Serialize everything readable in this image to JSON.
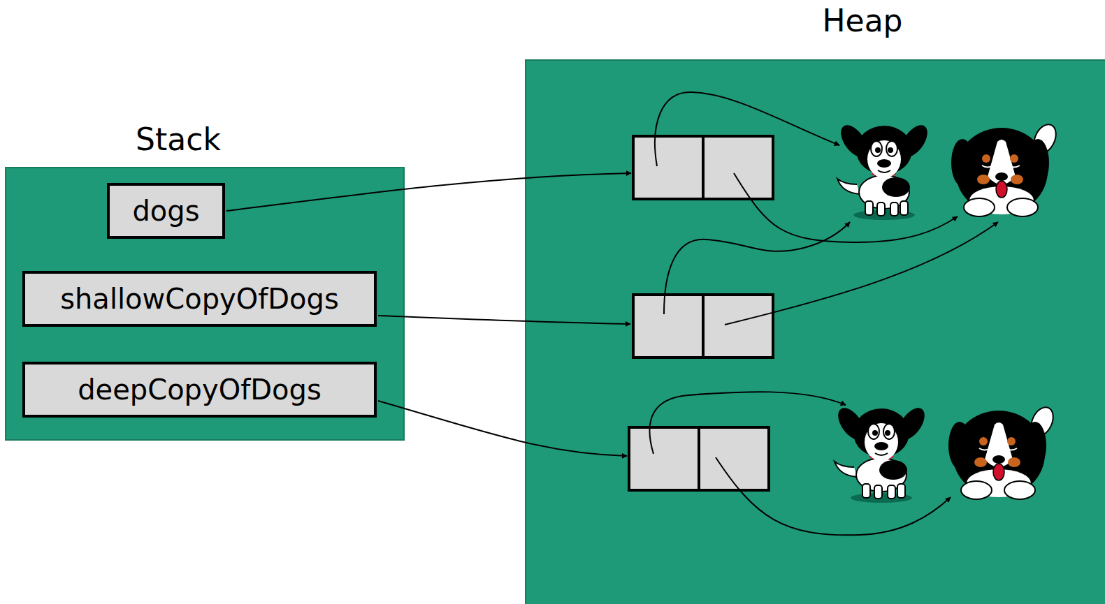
{
  "diagram": {
    "nodes": [
      {
        "text": [
          "Stack"
        ]
      },
      {
        "text": [
          "dogs"
        ],
        "in": 0
      },
      {
        "text": [
          "shallowCopyOfDogs"
        ],
        "in": 0
      },
      {
        "text": [
          "deepCopyOfDogs"
        ],
        "in": 0
      },
      {
        "text": [
          "Heap"
        ]
      }
    ]
  }
}
